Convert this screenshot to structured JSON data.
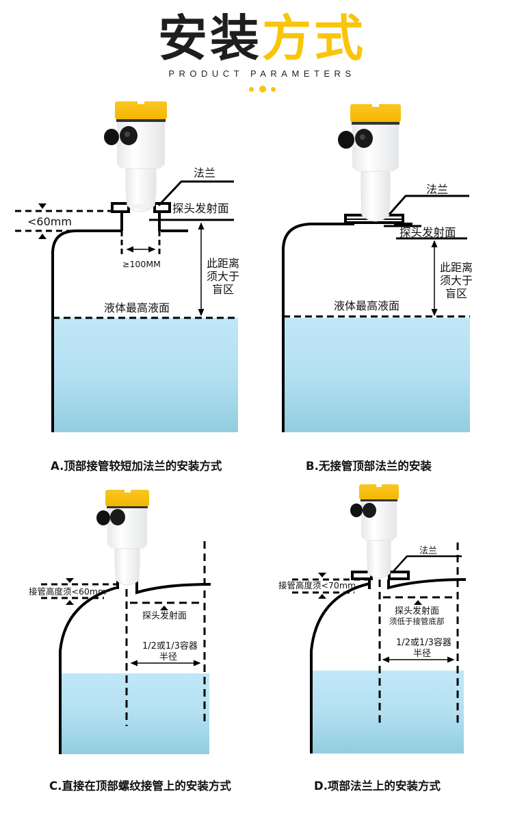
{
  "header": {
    "title_dark": "安装",
    "title_accent": "方式",
    "subtitle": "PRODUCT PARAMETERS",
    "accent_color": "#f8c50a"
  },
  "colors": {
    "sensor_cap": "#f8c50a",
    "liquid_top": "#bfe6f7",
    "liquid_bottom": "#94cfe0",
    "line": "#000000"
  },
  "panels": {
    "a": {
      "caption": "A.顶部接管较短加法兰的安装方式",
      "flange_label": "法兰",
      "probe_face_label": "探头发射面",
      "nozzle_height_label": "<60mm",
      "nozzle_width_label": "≥100MM",
      "distance_label_line1": "此距离",
      "distance_label_line2": "须大于",
      "distance_label_line3": "盲区",
      "max_level_label": "液体最高液面"
    },
    "b": {
      "caption": "B.无接管顶部法兰的安装",
      "flange_label": "法兰",
      "probe_face_label": "探头发射面",
      "distance_label_line1": "此距离",
      "distance_label_line2": "须大于",
      "distance_label_line3": "盲区",
      "max_level_label": "液体最高液面"
    },
    "c": {
      "caption": "C.直接在顶部螺纹接管上的安装方式",
      "nozzle_height_label": "接管高度须<60mm",
      "probe_face_label": "探头发射面",
      "radius_label_line1": "1/2或1/3容器",
      "radius_label_line2": "半径"
    },
    "d": {
      "caption": "D.项部法兰上的安装方式",
      "flange_label": "法兰",
      "nozzle_height_label": "接管高度须<70mm",
      "probe_face_label_line1": "探头发射面",
      "probe_face_label_line2": "须低于接管底部",
      "radius_label_line1": "1/2或1/3容器",
      "radius_label_line2": "半径"
    }
  }
}
